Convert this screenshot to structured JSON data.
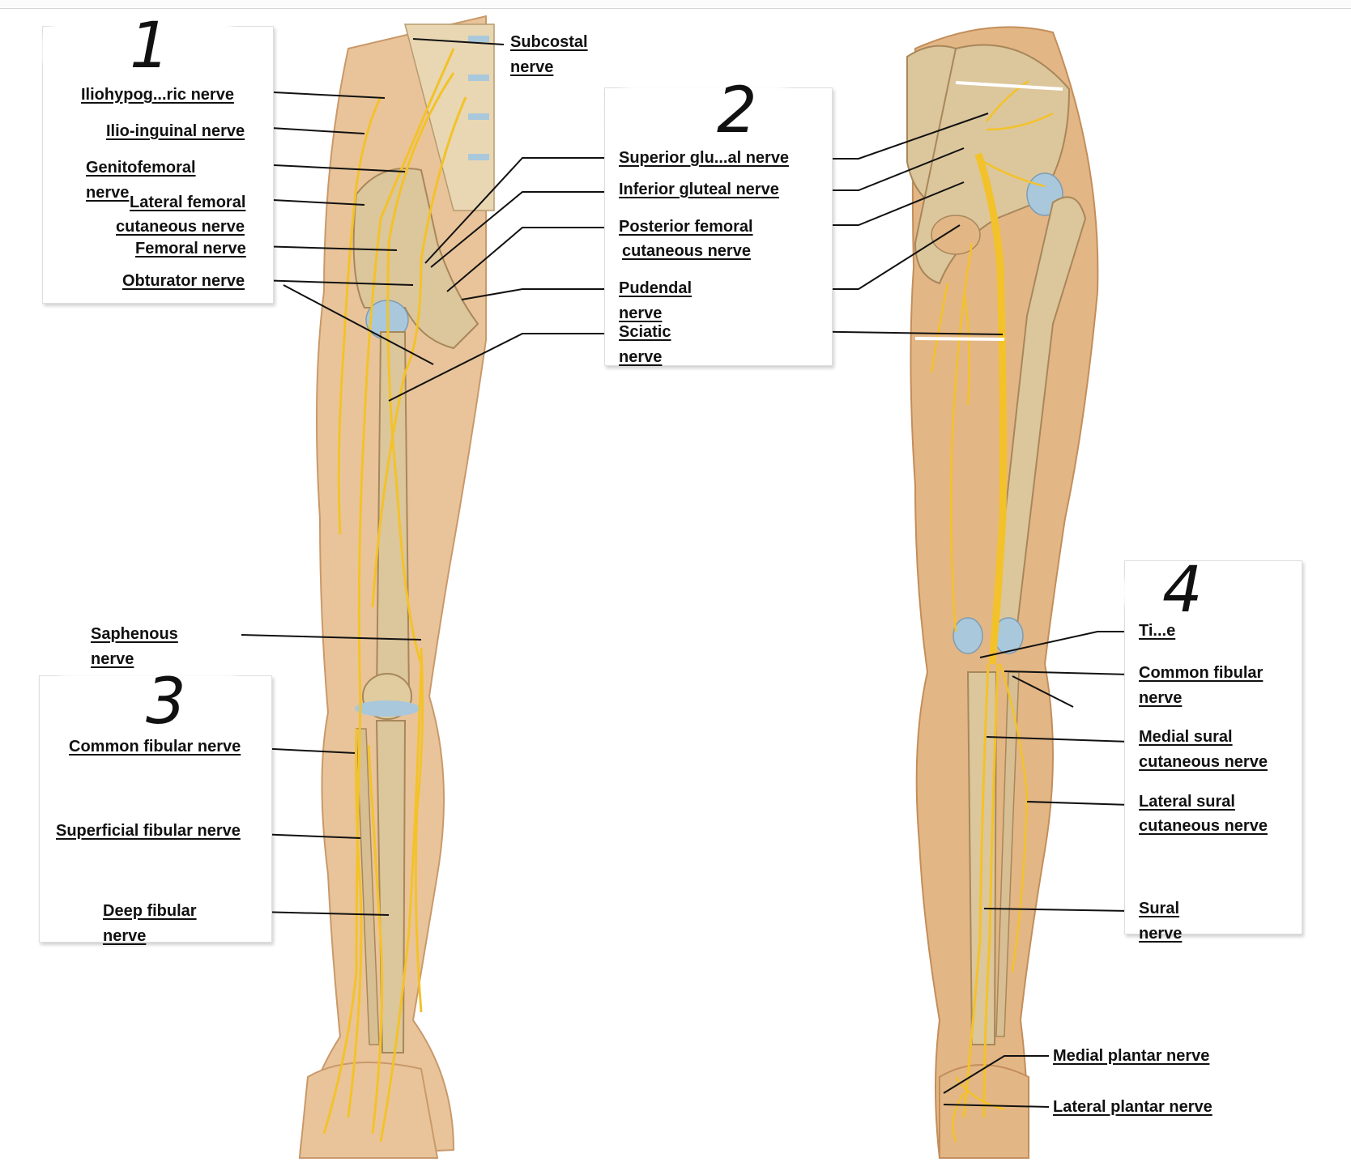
{
  "panel_numbers": [
    "1",
    "2",
    "3",
    "4"
  ],
  "labels": {
    "subcostal_1": "Subcostal",
    "subcostal_2": "nerve",
    "iliohypogastric": "Iliohypog...ric nerve",
    "ilioinguinal": "Ilio-inguinal nerve",
    "genitofemoral_1": "Genitofemoral",
    "genitofemoral_2": "nerve",
    "lateral_femoral_1": "Lateral femoral",
    "lateral_femoral_2": "cutaneous nerve",
    "femoral": "Femoral nerve",
    "obturator": "Obturator nerve",
    "superior_gluteal": "Superior glu...al nerve",
    "inferior_gluteal": "Inferior gluteal nerve",
    "posterior_femoral_1": "Posterior femoral",
    "posterior_femoral_2": "cutaneous nerve",
    "pudendal_1": "Pudendal",
    "pudendal_2": "nerve",
    "sciatic_1": "Sciatic",
    "sciatic_2": "nerve",
    "saphenous_1": "Saphenous",
    "saphenous_2": "nerve",
    "common_fibular_ant": "Common fibular nerve",
    "superficial_fibular": "Superficial fibular nerve",
    "deep_fibular_1": "Deep fibular",
    "deep_fibular_2": "nerve",
    "tibial": "Ti...e",
    "common_fibular_post_1": "Common fibular",
    "common_fibular_post_2": "nerve",
    "medial_sural_1": "Medial sural",
    "medial_sural_2": "cutaneous nerve",
    "lateral_sural_1": "Lateral sural",
    "lateral_sural_2": "cutaneous nerve",
    "sural_1": "Sural",
    "sural_2": "nerve",
    "medial_plantar": "Medial plantar nerve",
    "lateral_plantar": "Lateral plantar nerve"
  },
  "colors": {
    "skin": "#e9c49a",
    "skin_dark": "#d8a877",
    "bone": "#dcc69c",
    "nerve": "#f3c22a",
    "cartilage": "#a9c8dc"
  }
}
